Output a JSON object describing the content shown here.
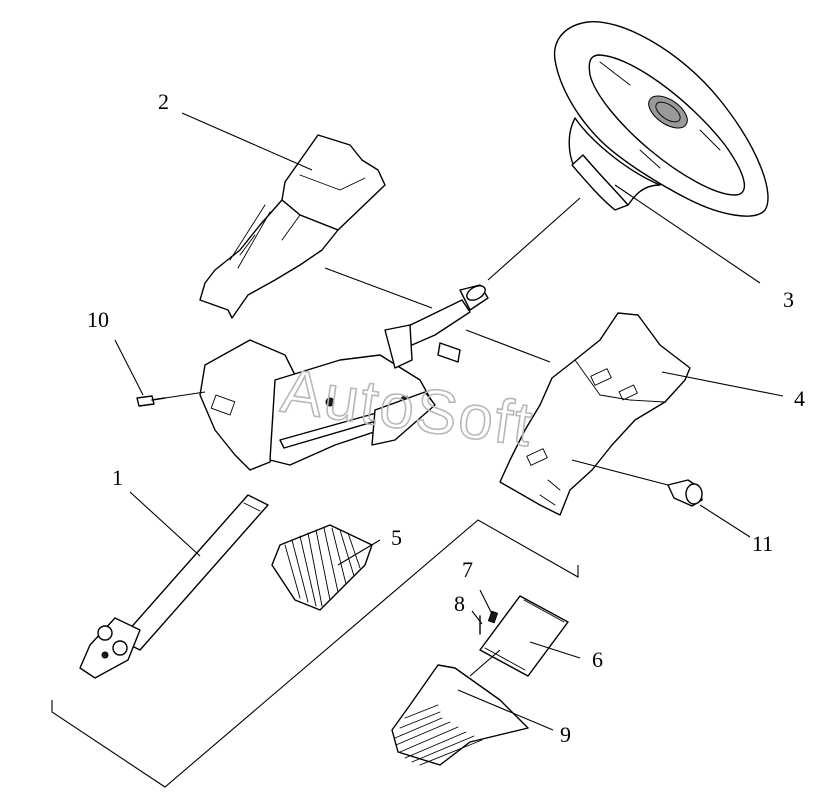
{
  "diagram": {
    "type": "exploded-assembly",
    "parts": [
      {
        "key": "steering-shaft",
        "number": "1"
      },
      {
        "key": "upper-shroud",
        "number": "2"
      },
      {
        "key": "steering-wheel",
        "number": "3"
      },
      {
        "key": "lower-shroud",
        "number": "4"
      },
      {
        "key": "boot-upper",
        "number": "5"
      },
      {
        "key": "seal-plate",
        "number": "6"
      },
      {
        "key": "screw-7",
        "number": "7"
      },
      {
        "key": "washer-8",
        "number": "8"
      },
      {
        "key": "boot-lower",
        "number": "9"
      },
      {
        "key": "bolt-10",
        "number": "10"
      },
      {
        "key": "clip-11",
        "number": "11"
      }
    ]
  },
  "watermark": {
    "text": "AutoSoft",
    "color": "#b8b8b8"
  },
  "colors": {
    "line": "#000000",
    "background": "#ffffff"
  }
}
